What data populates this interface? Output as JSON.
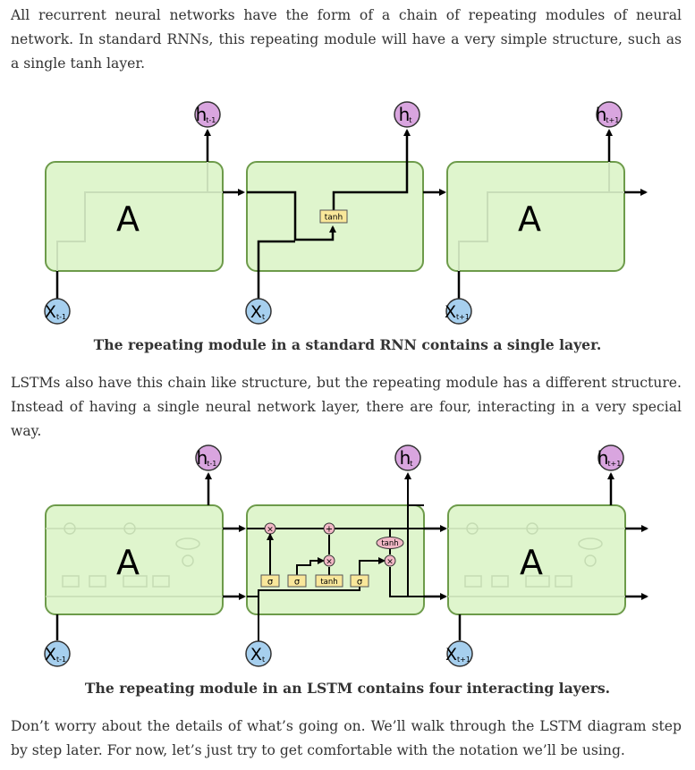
{
  "text": {
    "para1": "All recurrent neural networks have the form of a chain of repeating modules of neural network. In standard RNNs, this repeating module will have a very simple structure, such as a single tanh layer.",
    "caption1": "The repeating module in a standard RNN contains a single layer.",
    "para2": "LSTMs also have this chain like structure, but the repeating module has a different structure. Instead of having a single neural network layer, there are four, interacting in a very special way.",
    "caption2": "The repeating module in an LSTM contains four interacting layers.",
    "para3": "Don’t worry about the details of what’s going on. We’ll walk through the LSTM diagram step by step later. For now, let’s just try to get comfortable with the notation we’ll be using."
  },
  "rnn_diagram": {
    "block_label": "A",
    "layer_label": "tanh",
    "inputs": [
      {
        "base": "X",
        "sub": "t-1"
      },
      {
        "base": "X",
        "sub": "t"
      },
      {
        "base": "X",
        "sub": "t+1"
      }
    ],
    "outputs": [
      {
        "base": "h",
        "sub": "t-1"
      },
      {
        "base": "h",
        "sub": "t"
      },
      {
        "base": "h",
        "sub": "t+1"
      }
    ]
  },
  "lstm_diagram": {
    "block_label": "A",
    "layers": [
      "σ",
      "σ",
      "tanh",
      "σ"
    ],
    "pointwise_tanh": "tanh",
    "times_op": "×",
    "plus_op": "+",
    "inputs": [
      {
        "base": "X",
        "sub": "t-1"
      },
      {
        "base": "X",
        "sub": "t"
      },
      {
        "base": "X",
        "sub": "t+1"
      }
    ],
    "outputs": [
      {
        "base": "h",
        "sub": "t-1"
      },
      {
        "base": "h",
        "sub": "t"
      },
      {
        "base": "h",
        "sub": "t+1"
      }
    ]
  },
  "colors": {
    "block_fill": "#dff5cd",
    "block_stroke": "#6d9b4a",
    "input_fill": "#a6cfee",
    "output_fill": "#d9a5df",
    "layer_fill": "#f9e79a",
    "op_fill": "#f2b8c6"
  }
}
